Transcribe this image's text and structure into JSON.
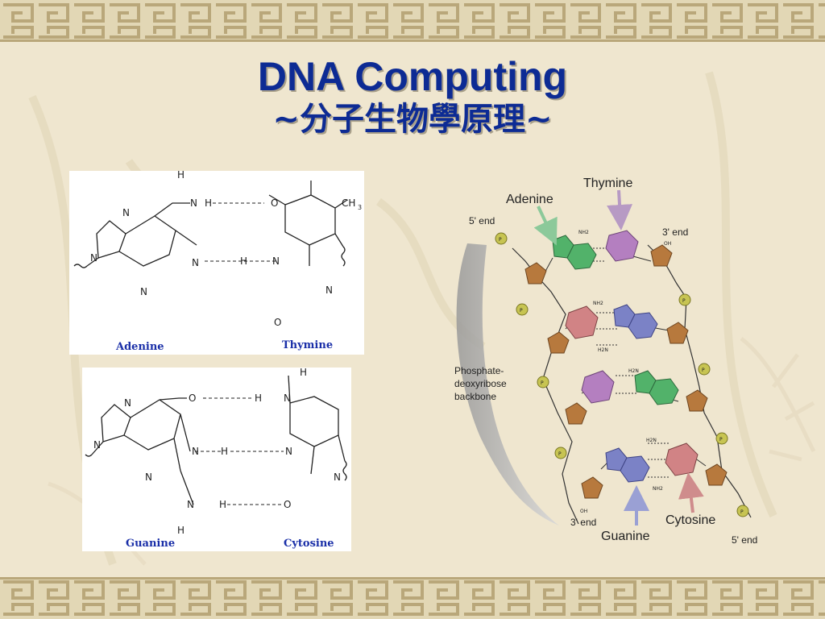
{
  "slide": {
    "title": "DNA Computing",
    "subtitle": "~分子生物學原理~"
  },
  "pair_diagram": {
    "left_base_1": "Adenine",
    "right_base_1": "Thymine",
    "left_base_2": "Guanine",
    "right_base_2": "Cytosine",
    "atoms": {
      "h": "H",
      "n": "N",
      "o": "O",
      "ch": "CH",
      "three": "3",
      "hh": "H"
    }
  },
  "helix_diagram": {
    "label_thymine": "Thymine",
    "label_adenine": "Adenine",
    "label_cytosine": "Cytosine",
    "label_guanine": "Guanine",
    "end_5_top": "5' end",
    "end_3_top": "3' end",
    "end_3_bottom": "3' end",
    "end_5_bottom": "5' end",
    "backbone_label": [
      "Phosphate-",
      "deoxyribose",
      "backbone"
    ],
    "glyphs": {
      "p": "P",
      "oh": "OH",
      "nh2": "NH2",
      "h2n": "H2N",
      "o": "O",
      "n": "N"
    }
  },
  "colors": {
    "title_blue": "#0d2b94",
    "adenine": "#52b26a",
    "thymine": "#b47fc0",
    "guanine": "#7b82c6",
    "cytosine": "#d18385",
    "sugar": "#b7793d",
    "phosphate": "#c7c452"
  }
}
